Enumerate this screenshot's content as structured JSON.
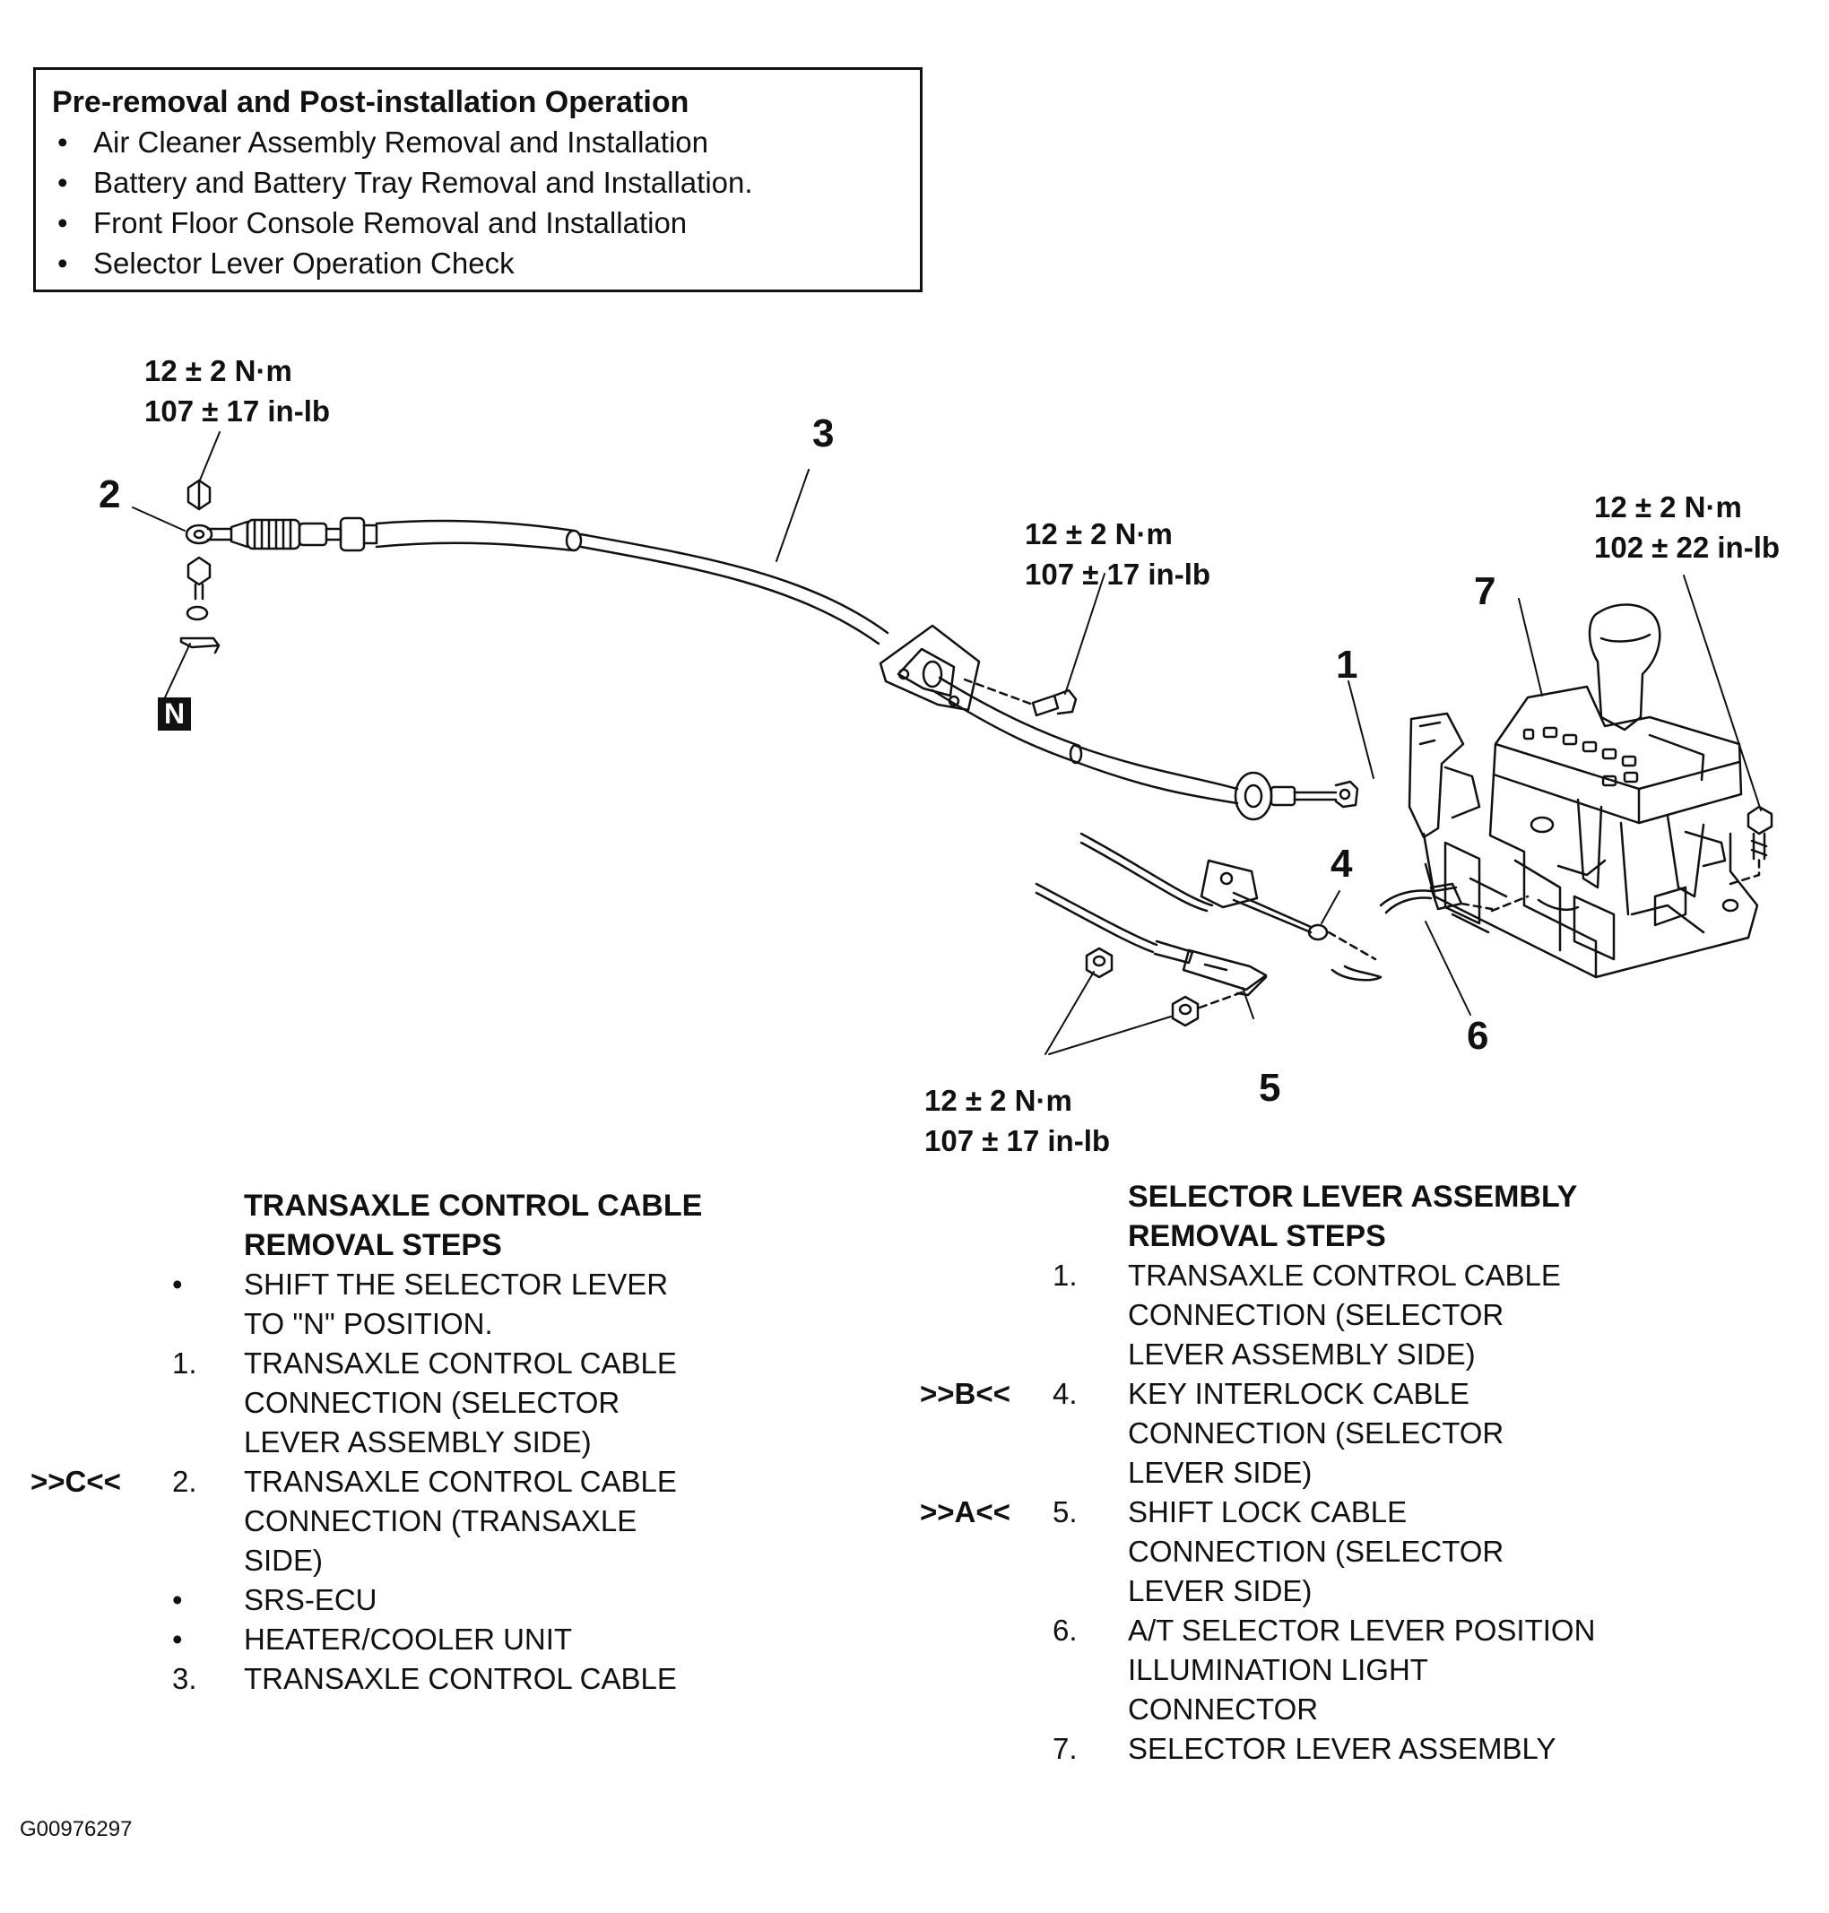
{
  "pre_removal": {
    "title": "Pre-removal and Post-installation Operation",
    "items": [
      "Air Cleaner Assembly Removal and Installation",
      "Battery and Battery Tray Removal and Installation.",
      "Front Floor Console Removal and Installation",
      "Selector Lever Operation Check"
    ]
  },
  "torque_specs": [
    {
      "id": "t1",
      "nm": "12 ± 2 N·m",
      "inlb": "107 ± 17 in-lb"
    },
    {
      "id": "t2",
      "nm": "12 ± 2 N·m",
      "inlb": "107 ± 17 in-lb"
    },
    {
      "id": "t3",
      "nm": "12 ± 2 N·m",
      "inlb": "102 ± 22 in-lb"
    },
    {
      "id": "t4",
      "nm": "12 ± 2 N·m",
      "inlb": "107 ± 17 in-lb"
    }
  ],
  "callouts": [
    "1",
    "2",
    "3",
    "4",
    "5",
    "6",
    "7"
  ],
  "n_marker": "N",
  "transaxle_steps": {
    "title": "TRANSAXLE CONTROL CABLE\nREMOVAL STEPS",
    "steps": [
      {
        "ref": "",
        "num": "•",
        "text": "SHIFT THE SELECTOR LEVER\nTO \"N\" POSITION."
      },
      {
        "ref": "",
        "num": "1.",
        "text": "TRANSAXLE CONTROL CABLE\nCONNECTION (SELECTOR\nLEVER ASSEMBLY SIDE)"
      },
      {
        "ref": ">>C<<",
        "num": "2.",
        "text": "TRANSAXLE CONTROL CABLE\nCONNECTION (TRANSAXLE\nSIDE)"
      },
      {
        "ref": "",
        "num": "•",
        "text": "SRS-ECU"
      },
      {
        "ref": "",
        "num": "•",
        "text": "HEATER/COOLER UNIT"
      },
      {
        "ref": "",
        "num": "3.",
        "text": "TRANSAXLE CONTROL CABLE"
      }
    ]
  },
  "selector_steps": {
    "title": "SELECTOR LEVER ASSEMBLY\nREMOVAL STEPS",
    "steps": [
      {
        "ref": "",
        "num": "1.",
        "text": "TRANSAXLE CONTROL CABLE\nCONNECTION (SELECTOR\nLEVER ASSEMBLY SIDE)"
      },
      {
        "ref": ">>B<<",
        "num": "4.",
        "text": "KEY INTERLOCK CABLE\nCONNECTION (SELECTOR\nLEVER SIDE)"
      },
      {
        "ref": ">>A<<",
        "num": "5.",
        "text": "SHIFT LOCK CABLE\nCONNECTION (SELECTOR\nLEVER SIDE)"
      },
      {
        "ref": "",
        "num": "6.",
        "text": "A/T SELECTOR LEVER POSITION\nILLUMINATION LIGHT\nCONNECTOR"
      },
      {
        "ref": "",
        "num": "7.",
        "text": "SELECTOR LEVER ASSEMBLY"
      }
    ]
  },
  "figure_code": "G00976297"
}
